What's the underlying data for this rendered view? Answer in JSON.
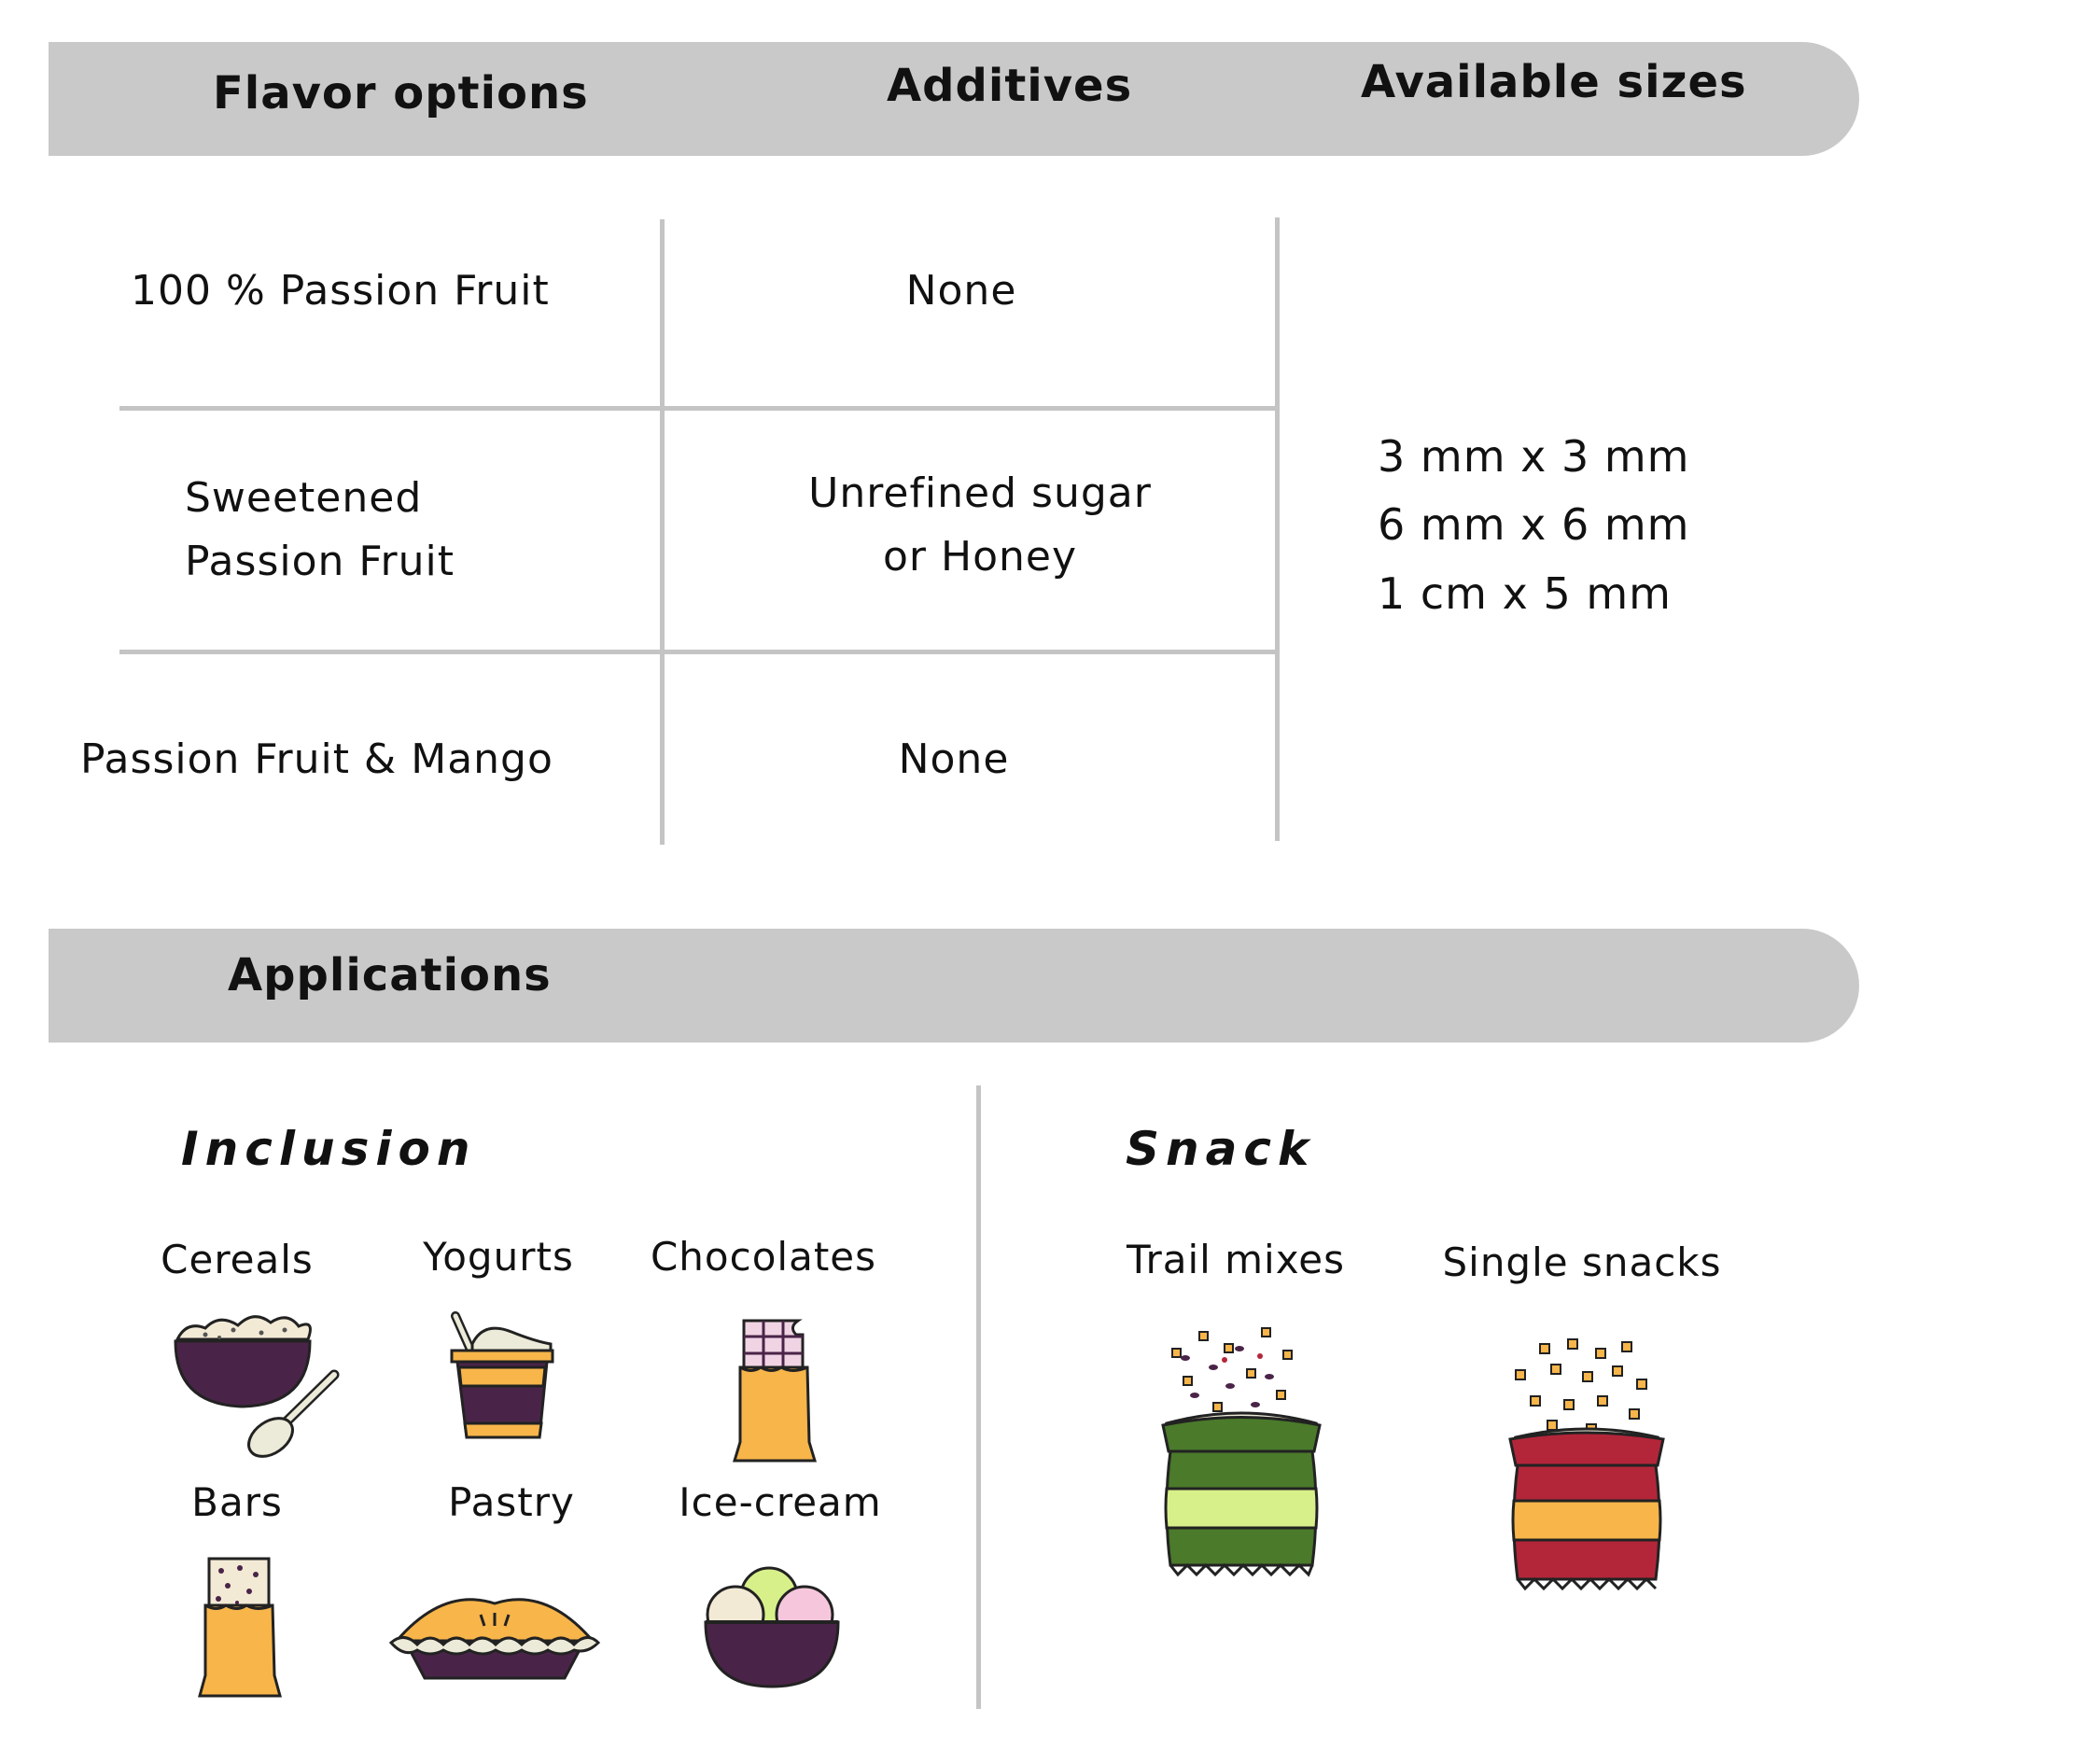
{
  "headers": {
    "flavor": "Flavor options",
    "additives": "Additives",
    "sizes": "Available sizes"
  },
  "rows": [
    {
      "flavor": "100 % Passion Fruit",
      "additive": "None"
    },
    {
      "flavor_line1": "Sweetened",
      "flavor_line2": "Passion Fruit",
      "additive_line1": "Unrefined sugar",
      "additive_line2": "or Honey"
    },
    {
      "flavor": "Passion Fruit & Mango",
      "additive": "None"
    }
  ],
  "sizes": [
    "3 mm  x  3 mm",
    "6 mm  x  6 mm",
    "1  cm  x 5 mm"
  ],
  "applications": {
    "title": "Applications",
    "inclusion": {
      "title": "Inclusion",
      "items": [
        {
          "label": "Cereals",
          "icon": "cereal-bowl-icon"
        },
        {
          "label": "Yogurts",
          "icon": "yogurt-cup-icon"
        },
        {
          "label": "Chocolates",
          "icon": "chocolate-bar-icon"
        },
        {
          "label": "Bars",
          "icon": "granola-bar-icon"
        },
        {
          "label": "Pastry",
          "icon": "pie-icon"
        },
        {
          "label": "Ice-cream",
          "icon": "ice-cream-bowl-icon"
        }
      ]
    },
    "snack": {
      "title": "Snack",
      "items": [
        {
          "label": "Trail mixes",
          "icon": "trail-mix-bag-icon"
        },
        {
          "label": "Single snacks",
          "icon": "snack-bag-icon"
        }
      ]
    }
  },
  "colors": {
    "header_bg": "#c9c9c9",
    "divider": "#c4c4c4",
    "purple": "#4a2448",
    "orange": "#f7b54a",
    "green_dark": "#4a7a2a",
    "green_light": "#d8f08a",
    "red": "#b3263a"
  }
}
